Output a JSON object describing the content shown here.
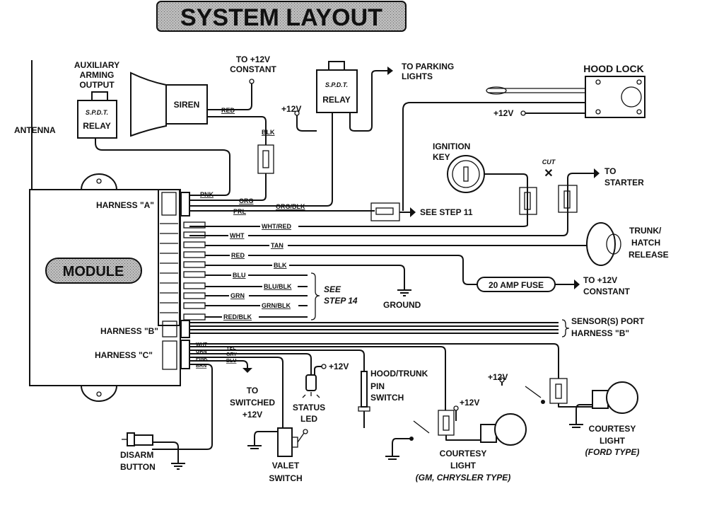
{
  "title": "SYSTEM LAYOUT",
  "module": {
    "label": "MODULE",
    "harness_a": "HARNESS \"A\"",
    "harness_b": "HARNESS \"B\"",
    "harness_c": "HARNESS \"C\""
  },
  "components": {
    "antenna": "ANTENNA",
    "aux_output": [
      "AUXILIARY",
      "ARMING",
      "OUTPUT"
    ],
    "relay_type": "S.P.D.T.",
    "relay": "RELAY",
    "siren": "SIREN",
    "to_12v_constant": [
      "TO +12V",
      "CONSTANT"
    ],
    "plus12v": "+12V",
    "parking_lights": [
      "TO PARKING",
      "LIGHTS"
    ],
    "hood_lock": "HOOD LOCK",
    "ignition_key": [
      "IGNITION",
      "KEY"
    ],
    "cut": "CUT",
    "to_starter": [
      "TO",
      "STARTER"
    ],
    "see_step_11": "SEE STEP 11",
    "trunk_release": [
      "TRUNK/",
      "HATCH",
      "RELEASE"
    ],
    "fuse": "20 AMP FUSE",
    "fuse_dest": [
      "TO +12V",
      "CONSTANT"
    ],
    "ground": "GROUND",
    "see_step_14": [
      "SEE",
      "STEP 14"
    ],
    "sensor_port": [
      "SENSOR(S) PORT",
      "HARNESS \"B\""
    ],
    "to_switched": [
      "TO",
      "SWITCHED",
      "+12V"
    ],
    "status_led": [
      "STATUS",
      "LED"
    ],
    "pin_switch": [
      "HOOD/TRUNK",
      "PIN",
      "SWITCH"
    ],
    "disarm": [
      "DISARM",
      "BUTTON"
    ],
    "valet": [
      "VALET",
      "SWITCH"
    ],
    "courtesy_gm": [
      "COURTESY",
      "LIGHT",
      "(GM, CHRYSLER TYPE)"
    ],
    "courtesy_ford": [
      "COURTESY",
      "LIGHT",
      "(FORD TYPE)"
    ]
  },
  "wires": {
    "harness_a": [
      "PNK",
      "ORG",
      "ORG/BLK",
      "PRL"
    ],
    "siren_red": "RED",
    "siren_blk": "BLK",
    "main": [
      "WHT/RED",
      "WHT",
      "TAN",
      "RED",
      "BLK",
      "BLU",
      "BLU/BLK",
      "GRN",
      "GRN/BLK",
      "RED/BLK"
    ],
    "harness_c_left": [
      "WHT",
      "GRN",
      "PINK",
      "BRN"
    ],
    "harness_c_right": [
      "YEL",
      "GRY",
      "BLU"
    ]
  }
}
